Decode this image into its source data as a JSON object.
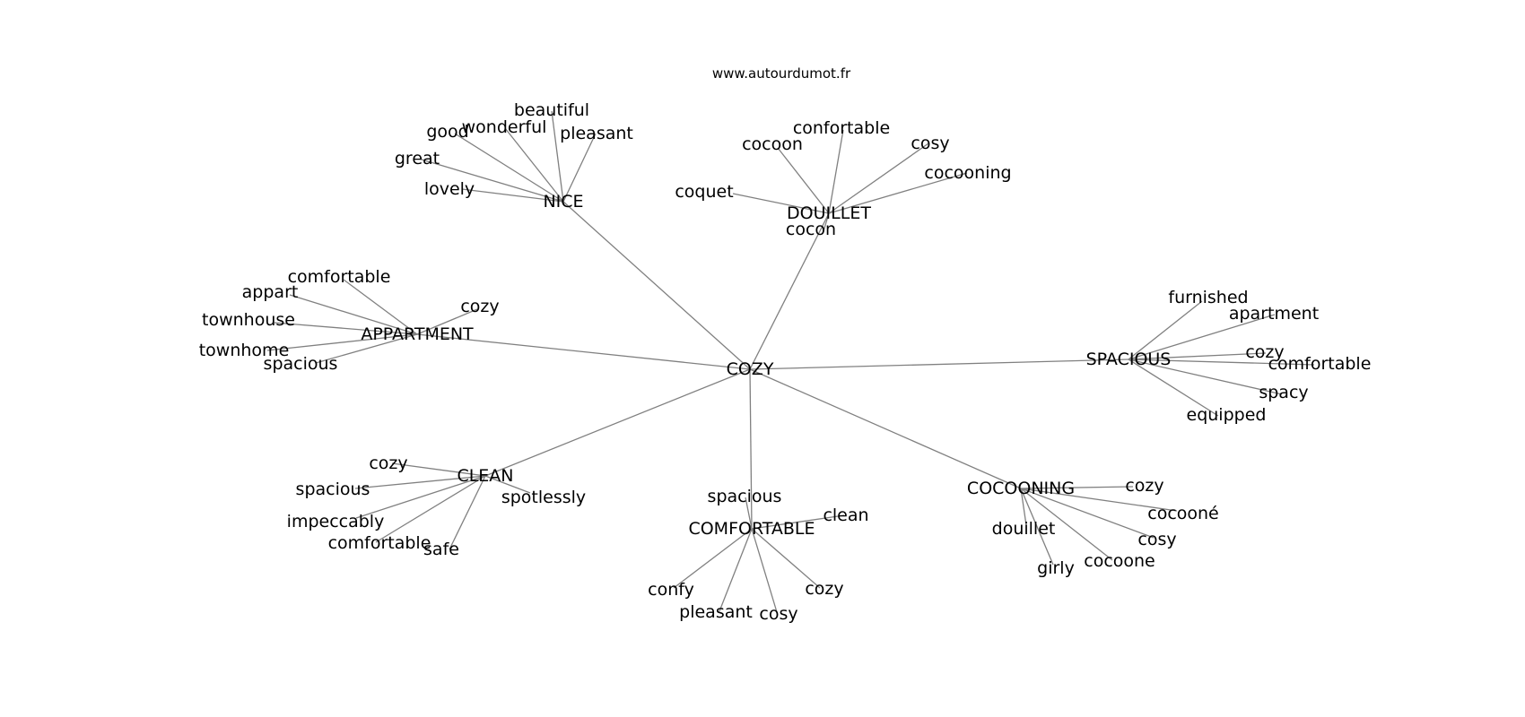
{
  "source_label": "www.autourdumot.fr",
  "center": "COZY",
  "line_color": "#808080",
  "groups": [
    {
      "label": "NICE",
      "words": [
        "beautiful",
        "wonderful",
        "good",
        "pleasant",
        "great",
        "lovely"
      ]
    },
    {
      "label": "DOUILLET",
      "words": [
        "confortable",
        "cocoon",
        "cosy",
        "cocooning",
        "coquet",
        "cocon"
      ]
    },
    {
      "label": "APPARTMENT",
      "words": [
        "comfortable",
        "appart",
        "cozy",
        "townhouse",
        "townhome",
        "spacious"
      ]
    },
    {
      "label": "SPACIOUS",
      "words": [
        "furnished",
        "apartment",
        "cozy",
        "comfortable",
        "spacy",
        "equipped"
      ]
    },
    {
      "label": "CLEAN",
      "words": [
        "cozy",
        "spacious",
        "spotlessly",
        "impeccably",
        "comfortable",
        "safe"
      ]
    },
    {
      "label": "COMFORTABLE",
      "words": [
        "spacious",
        "clean",
        "confy",
        "cozy",
        "pleasant",
        "cosy"
      ]
    },
    {
      "label": "COCOONING",
      "words": [
        "cozy",
        "cocooné",
        "douillet",
        "cosy",
        "cocoone",
        "girly"
      ]
    }
  ]
}
